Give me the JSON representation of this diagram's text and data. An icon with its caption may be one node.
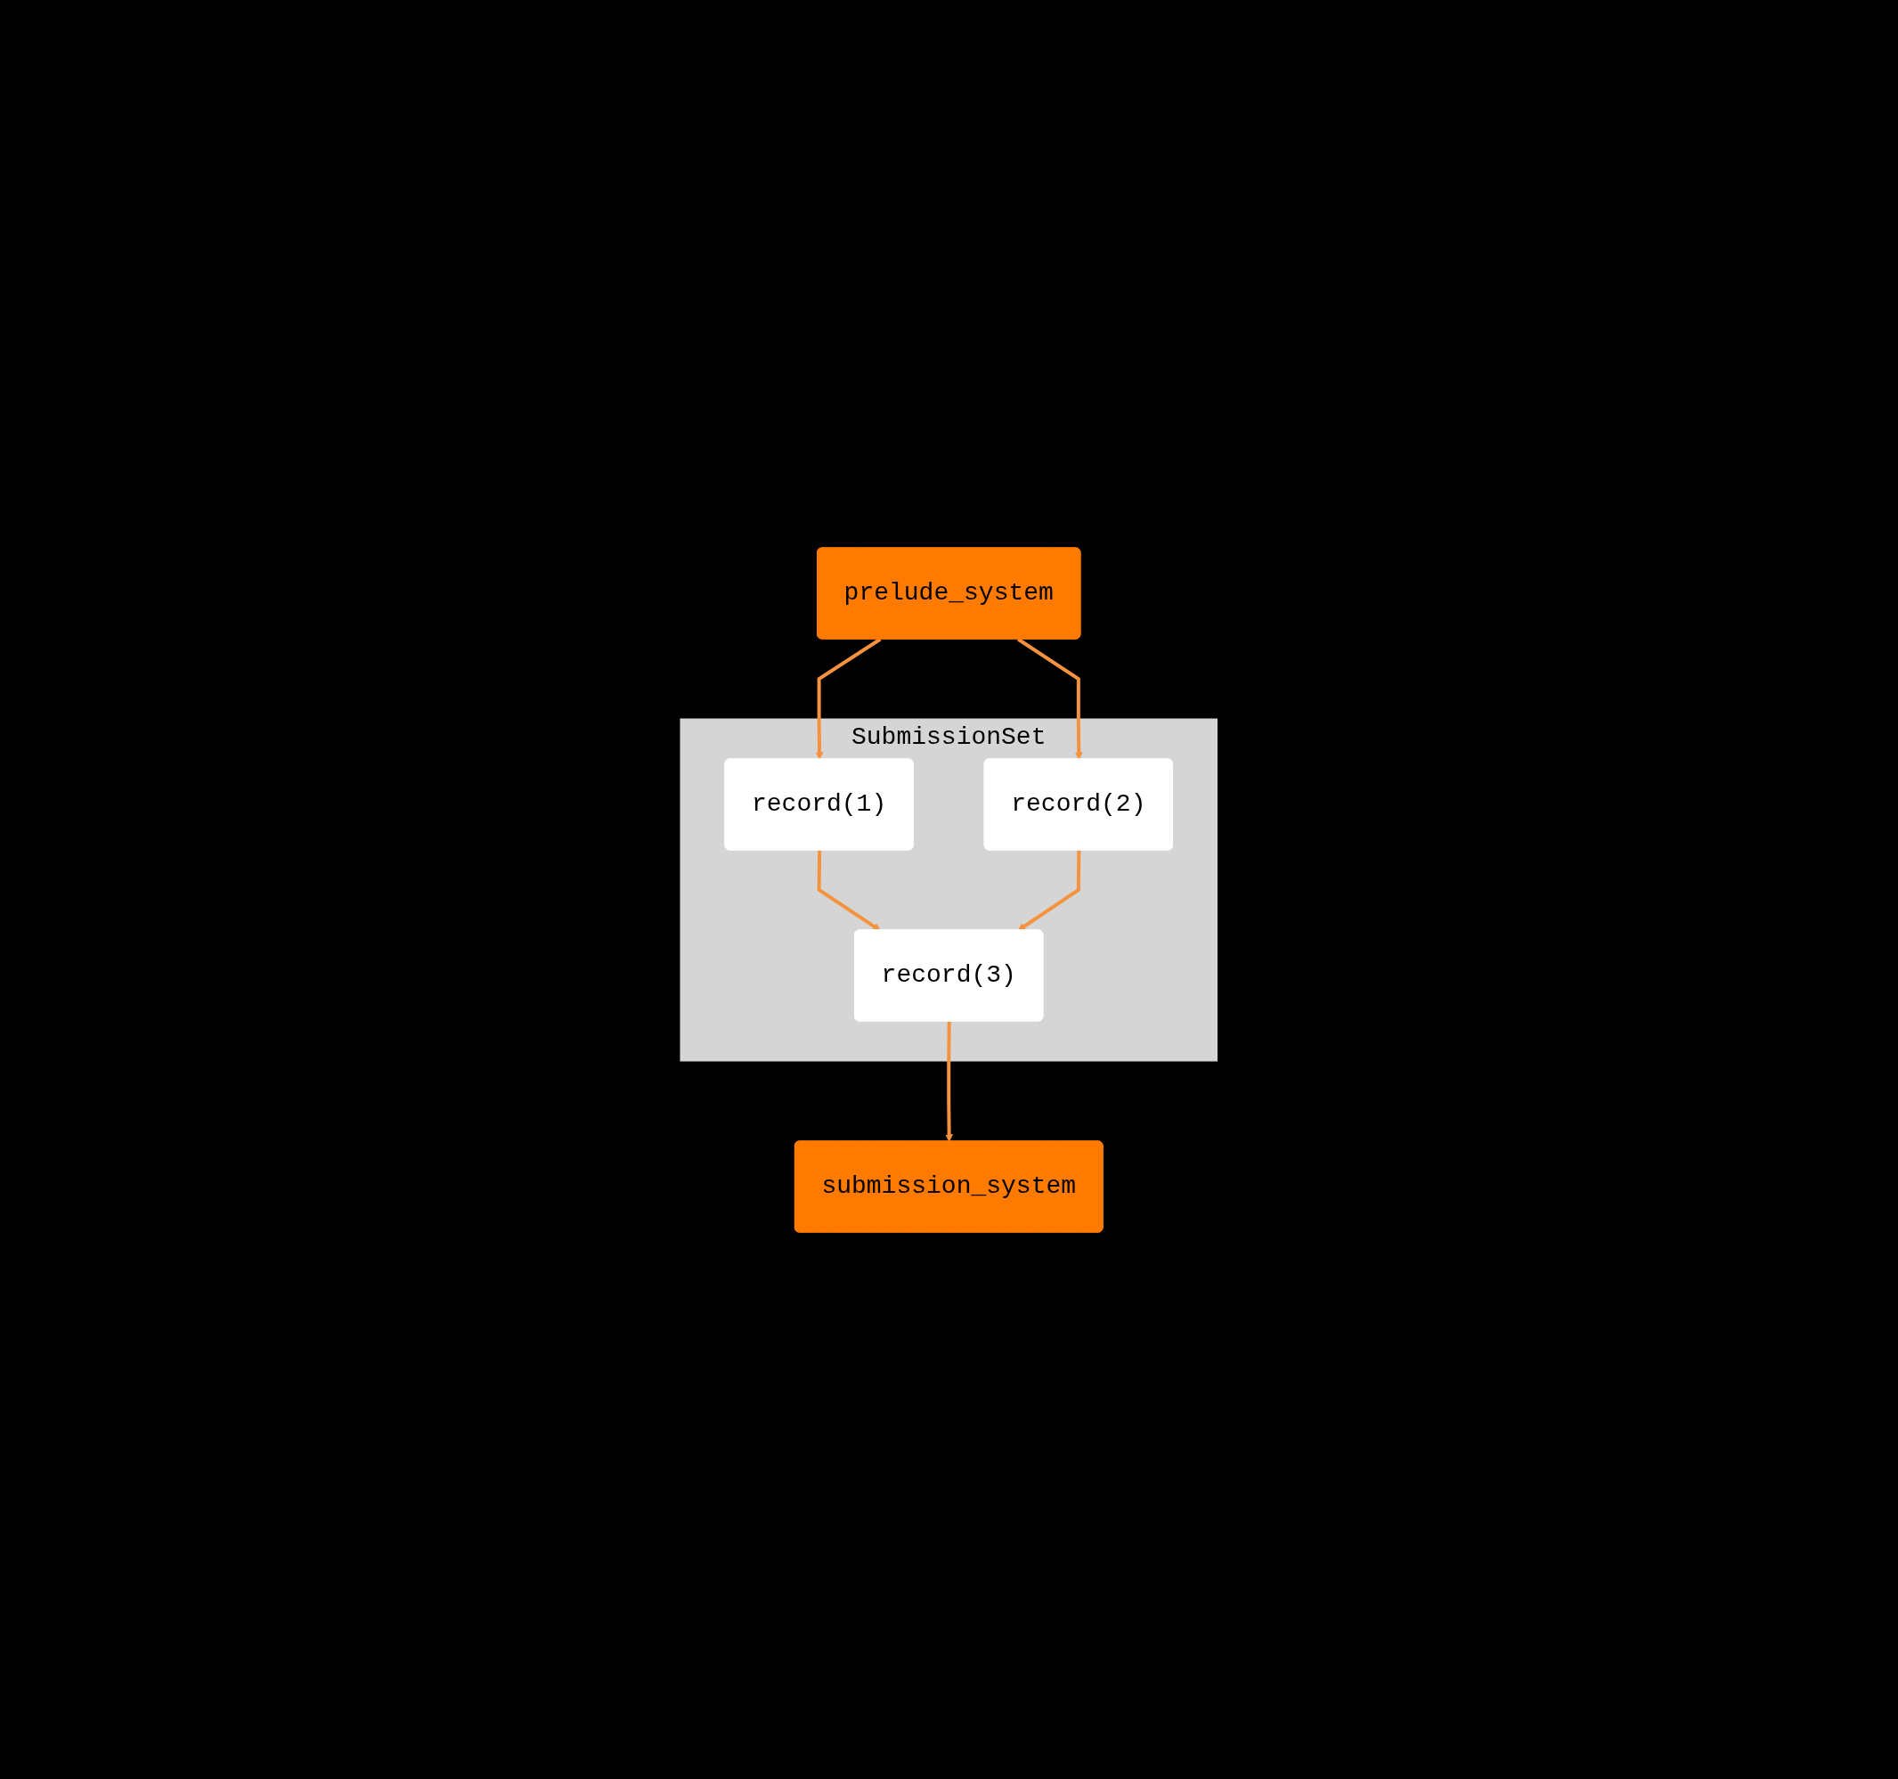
{
  "diagram": {
    "nodes": [
      {
        "text": [
          "prelude_system"
        ]
      },
      {
        "text": [
          "SubmissionSet"
        ]
      },
      {
        "text": [
          "record(1)"
        ],
        "in": 1
      },
      {
        "text": [
          "record(2)"
        ],
        "in": 1
      },
      {
        "text": [
          "record(3)"
        ],
        "in": 1
      },
      {
        "text": [
          "submission_system"
        ]
      }
    ],
    "edges": [
      {
        "from": 0,
        "to": 2,
        "arrow": "to"
      },
      {
        "from": 0,
        "to": 3,
        "arrow": "to"
      },
      {
        "from": 2,
        "to": 4,
        "arrow": "to"
      },
      {
        "from": 3,
        "to": 4,
        "arrow": "to"
      },
      {
        "from": 4,
        "to": 5,
        "arrow": "to"
      }
    ]
  }
}
